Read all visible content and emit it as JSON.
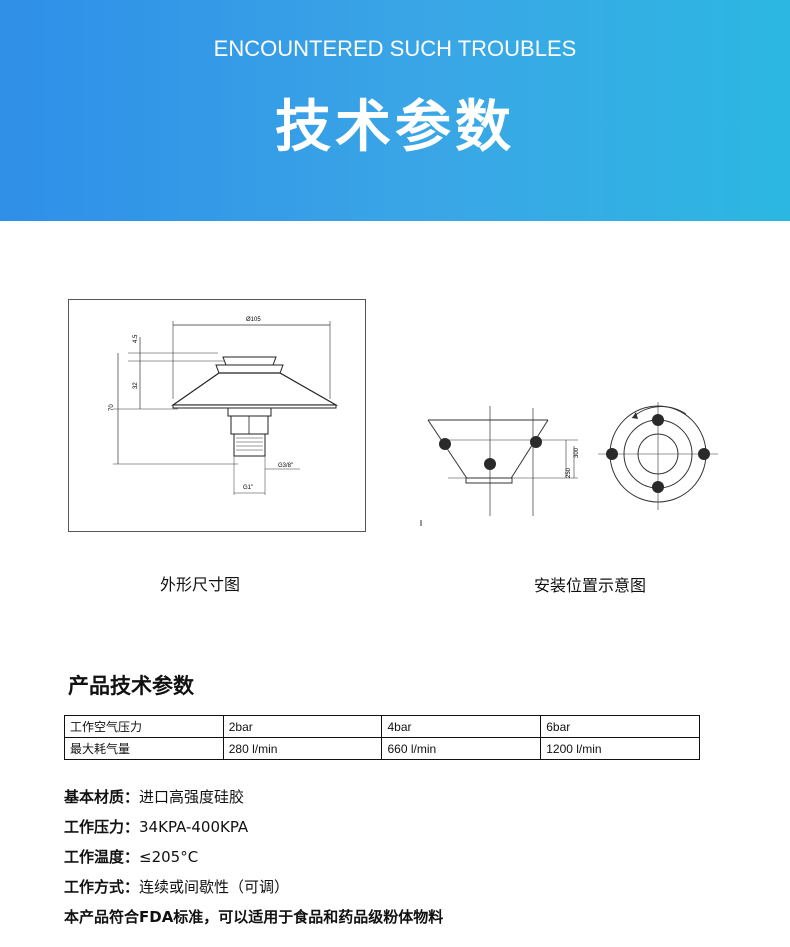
{
  "banner": {
    "subtitle": "ENCOUNTERED SUCH TROUBLES",
    "title": "技术参数"
  },
  "figures": {
    "outline": {
      "caption": "外形尺寸图",
      "labels": {
        "dia": "Ø105",
        "h1": "4.5",
        "h2": "32",
        "h3": "70",
        "g38": "G3/8\"",
        "g1": "G1\""
      }
    },
    "install": {
      "caption": "安装位置示意图",
      "labels": {
        "d300": "300",
        "d250": "250"
      }
    }
  },
  "section": {
    "title": "产品技术参数"
  },
  "table": {
    "rows": [
      [
        "工作空气压力",
        "2bar",
        "4bar",
        "6bar"
      ],
      [
        "最大耗气量",
        "280 l/min",
        "660 l/min",
        "1200 l/min"
      ]
    ]
  },
  "specs": [
    {
      "key": "基本材质：",
      "value": "进口高强度硅胶"
    },
    {
      "key": "工作压力：",
      "value": "34KPA-400KPA"
    },
    {
      "key": "工作温度：",
      "value": "≤205°C"
    },
    {
      "key": "工作方式：",
      "value": "连续或间歇性（可调）"
    },
    {
      "key": "本产品符合FDA标准，可以适用于食品和药品级粉体物料",
      "value": ""
    }
  ],
  "colors": {
    "banner_start": "#2f8fe8",
    "banner_end": "#2cb7e2"
  }
}
